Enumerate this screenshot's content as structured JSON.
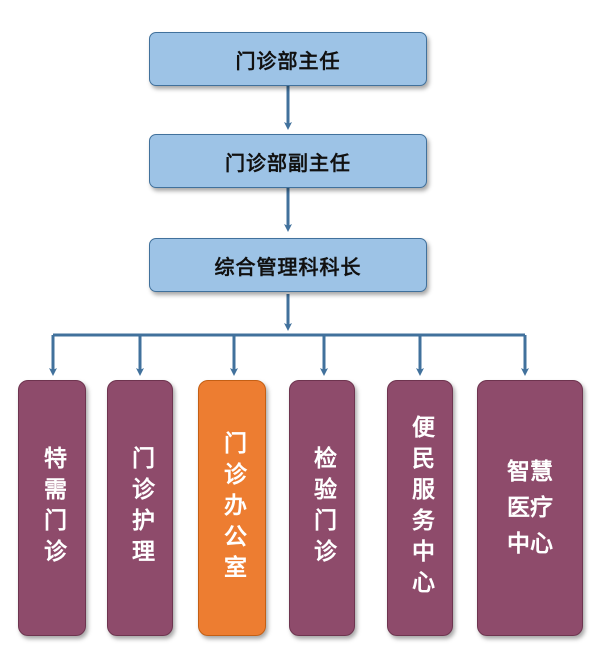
{
  "chart": {
    "levels": [
      {
        "label": "门诊部主任"
      },
      {
        "label": "门诊部副主任"
      },
      {
        "label": "综合管理科科长"
      }
    ],
    "departments": [
      {
        "label": "特需门诊",
        "highlighted": false
      },
      {
        "label": "门诊护理",
        "highlighted": false
      },
      {
        "label": "门诊办公室",
        "highlighted": true
      },
      {
        "label": "检验门诊",
        "highlighted": false
      },
      {
        "label": "便民服务中心",
        "highlighted": false
      },
      {
        "label": "智慧医疗中心",
        "highlighted": false,
        "text_lines": [
          "智慧",
          "医疗",
          "中心"
        ]
      }
    ]
  },
  "colors": {
    "level_fill": "#9dc3e6",
    "level_border": "#41719c",
    "department_fill": "#8e4b6b",
    "highlight_fill": "#ed7d31",
    "connector": "#41719c"
  }
}
